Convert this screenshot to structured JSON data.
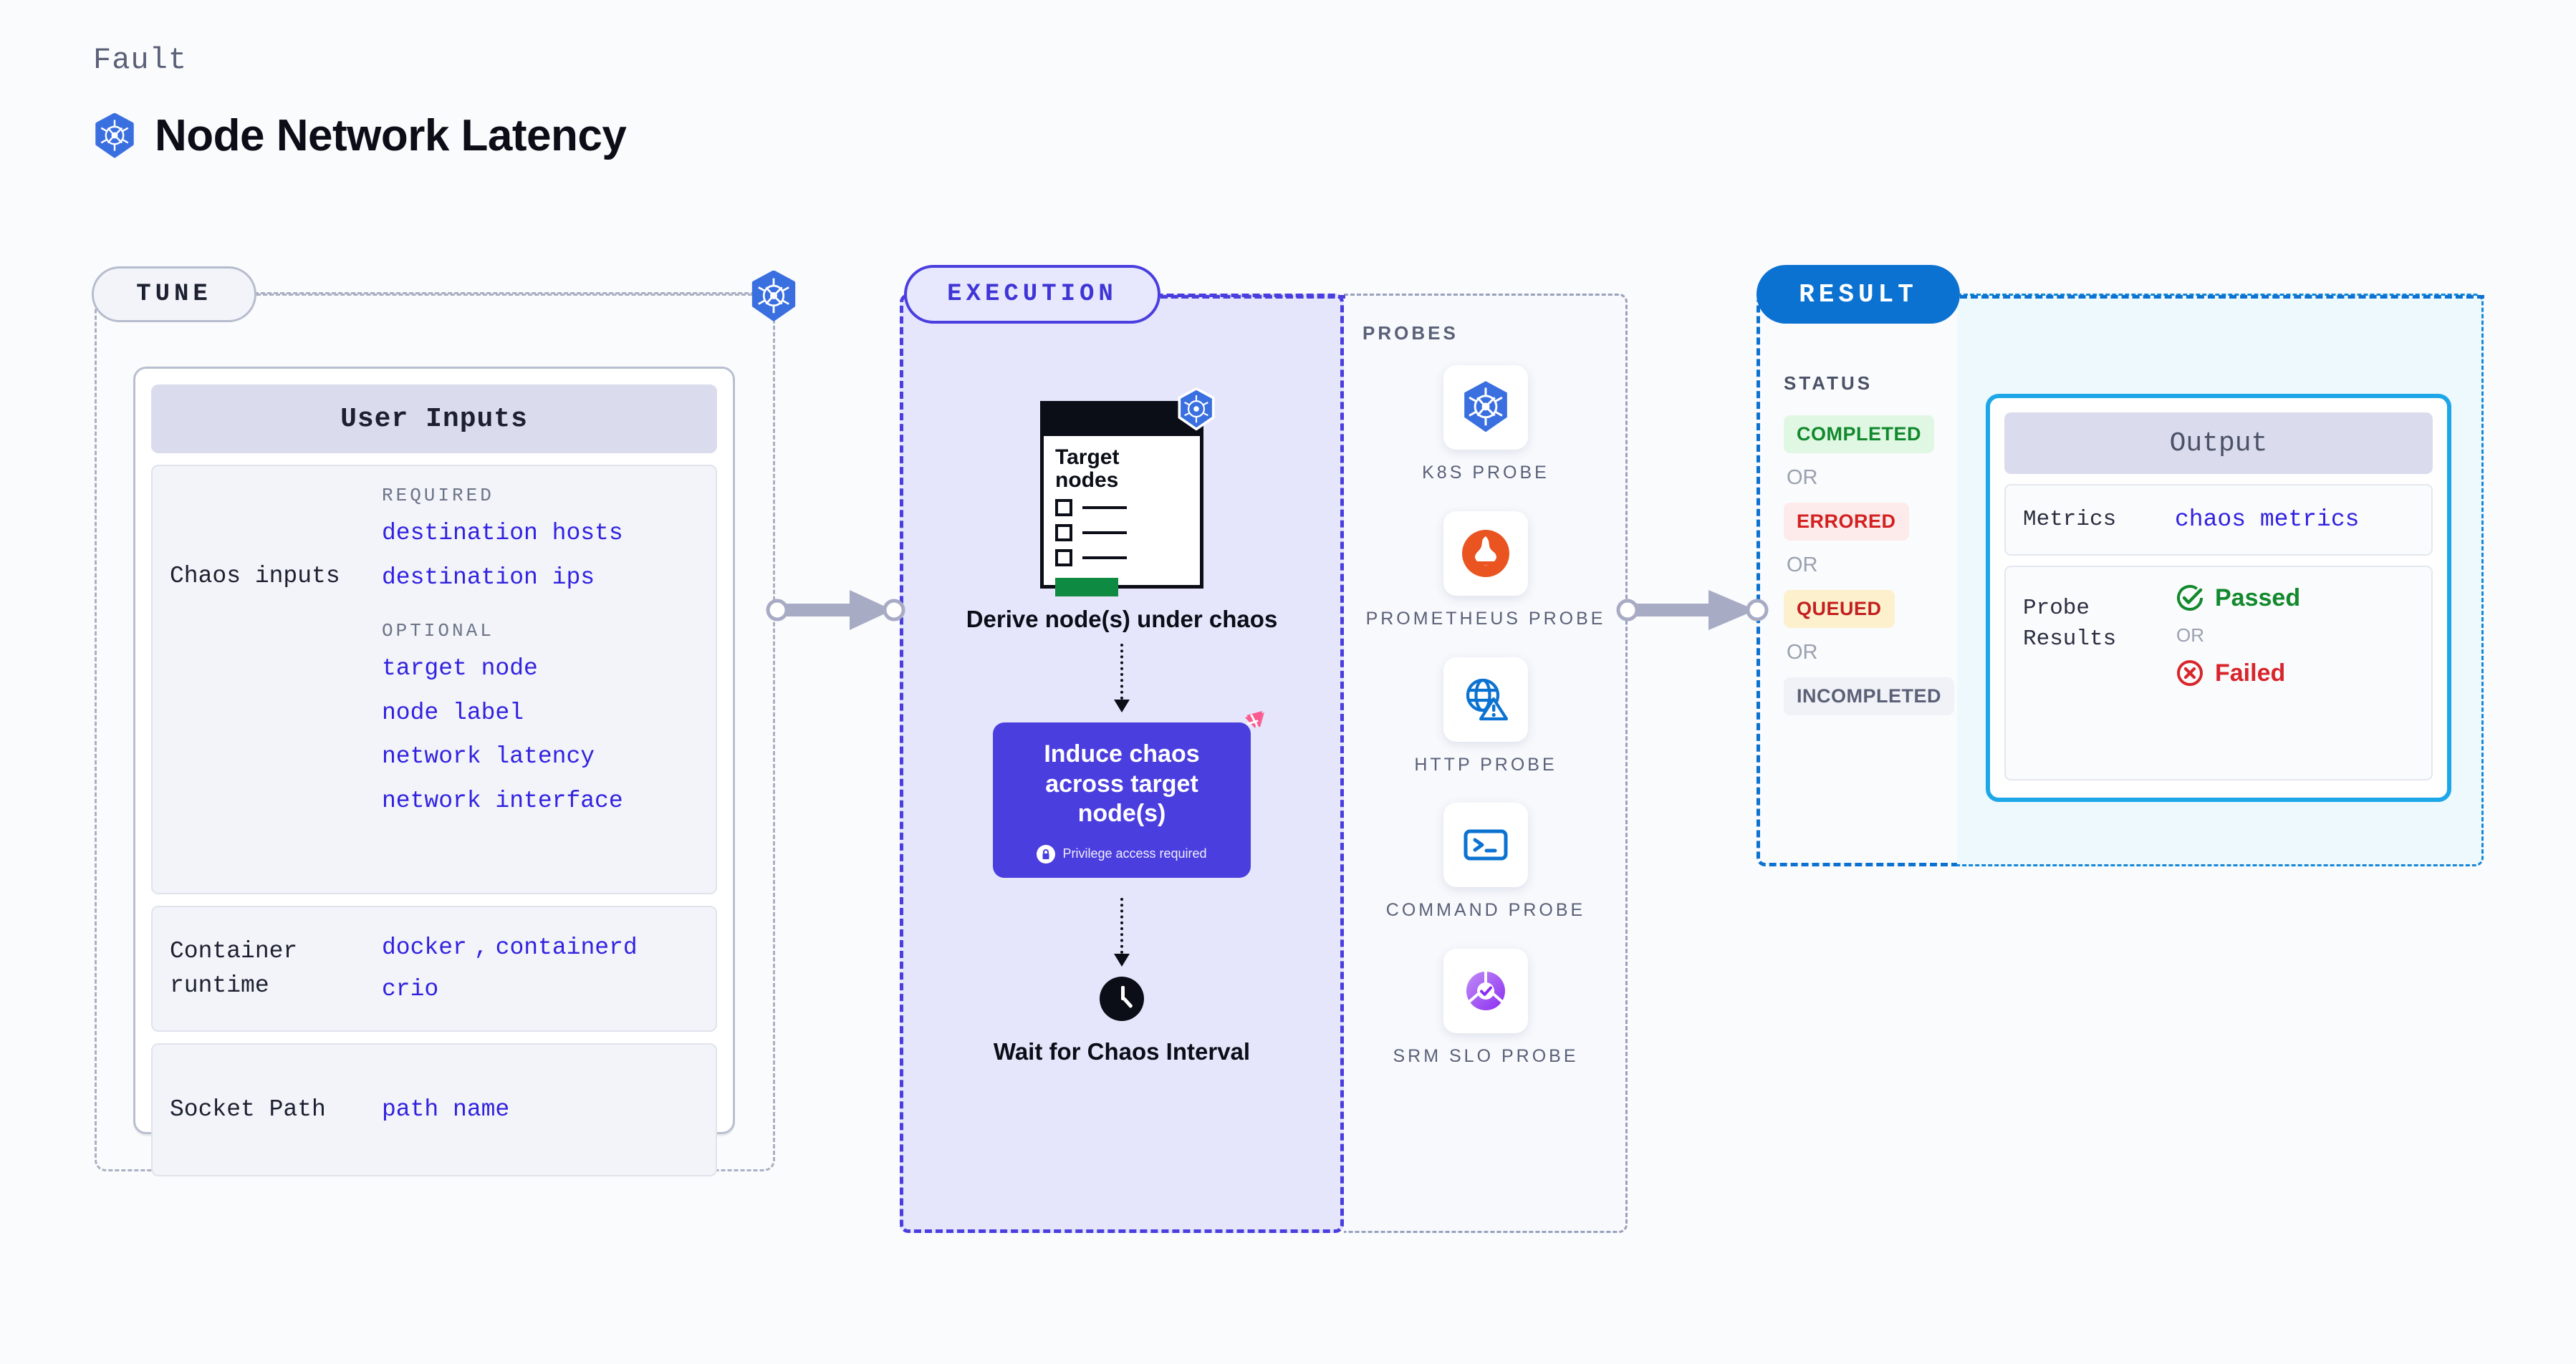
{
  "header": {
    "eyebrow": "Fault",
    "title": "Node Network Latency",
    "icon": "kubernetes-icon"
  },
  "stages": {
    "tune": {
      "label": "TUNE"
    },
    "execution": {
      "label": "EXECUTION"
    },
    "result": {
      "label": "RESULT"
    }
  },
  "tune": {
    "card_title": "User Inputs",
    "sections": [
      {
        "label": "Chaos inputs",
        "groups": [
          {
            "title": "REQUIRED",
            "values": [
              "destination hosts",
              "destination ips"
            ]
          },
          {
            "title": "OPTIONAL",
            "values": [
              "target node",
              "node label",
              "network latency",
              "network interface"
            ]
          }
        ]
      },
      {
        "label": "Container runtime",
        "values_line1": [
          "docker",
          "containerd"
        ],
        "separator": ",",
        "values_line2": [
          "crio"
        ]
      },
      {
        "label": "Socket Path",
        "values": [
          "path name"
        ]
      }
    ]
  },
  "execution": {
    "steps": [
      {
        "id": "derive-nodes",
        "window_title": "Target nodes",
        "caption": "Derive node(s) under chaos",
        "badge_icon": "kubernetes-icon"
      },
      {
        "id": "induce-chaos",
        "title": "Induce chaos across target node(s)",
        "note": "Privilege access required",
        "note_icon": "lock-icon",
        "badge_icon": "litmus-icon"
      },
      {
        "id": "wait-interval",
        "icon": "clock-icon",
        "caption": "Wait for Chaos Interval"
      }
    ]
  },
  "probes": {
    "title": "PROBES",
    "items": [
      {
        "label": "K8S PROBE",
        "icon": "kubernetes-icon"
      },
      {
        "label": "PROMETHEUS PROBE",
        "icon": "prometheus-icon"
      },
      {
        "label": "HTTP PROBE",
        "icon": "globe-warning-icon"
      },
      {
        "label": "COMMAND PROBE",
        "icon": "terminal-icon"
      },
      {
        "label": "SRM SLO PROBE",
        "icon": "srm-slo-icon"
      }
    ]
  },
  "result": {
    "status_title": "STATUS",
    "or_text": "OR",
    "statuses": [
      {
        "label": "COMPLETED",
        "bg": "#e0f7e3",
        "fg": "#12892d"
      },
      {
        "label": "ERRORED",
        "bg": "#fdeaea",
        "fg": "#d32020"
      },
      {
        "label": "QUEUED",
        "bg": "#fdf0cd",
        "fg": "#c32020"
      },
      {
        "label": "INCOMPLETED",
        "bg": "#f1f2f7",
        "fg": "#5a6077"
      }
    ]
  },
  "output": {
    "card_title": "Output",
    "rows": [
      {
        "label": "Metrics",
        "value": "chaos metrics"
      },
      {
        "label": "Probe Results",
        "pass_label": "Passed",
        "or_text": "OR",
        "fail_label": "Failed",
        "pass_icon": "check-circle-icon",
        "fail_icon": "x-circle-icon"
      }
    ]
  },
  "colors": {
    "accent_purple": "#4b3ede",
    "accent_blue": "#0c72d1",
    "accent_cyan": "#1da7e8",
    "value_text": "#3222e0",
    "pass_green": "#12892d",
    "fail_red": "#d8252c",
    "litmus_pink": "#fa5b8f",
    "k8s_blue": "#3a6fe0",
    "prometheus_orange": "#e95420"
  }
}
